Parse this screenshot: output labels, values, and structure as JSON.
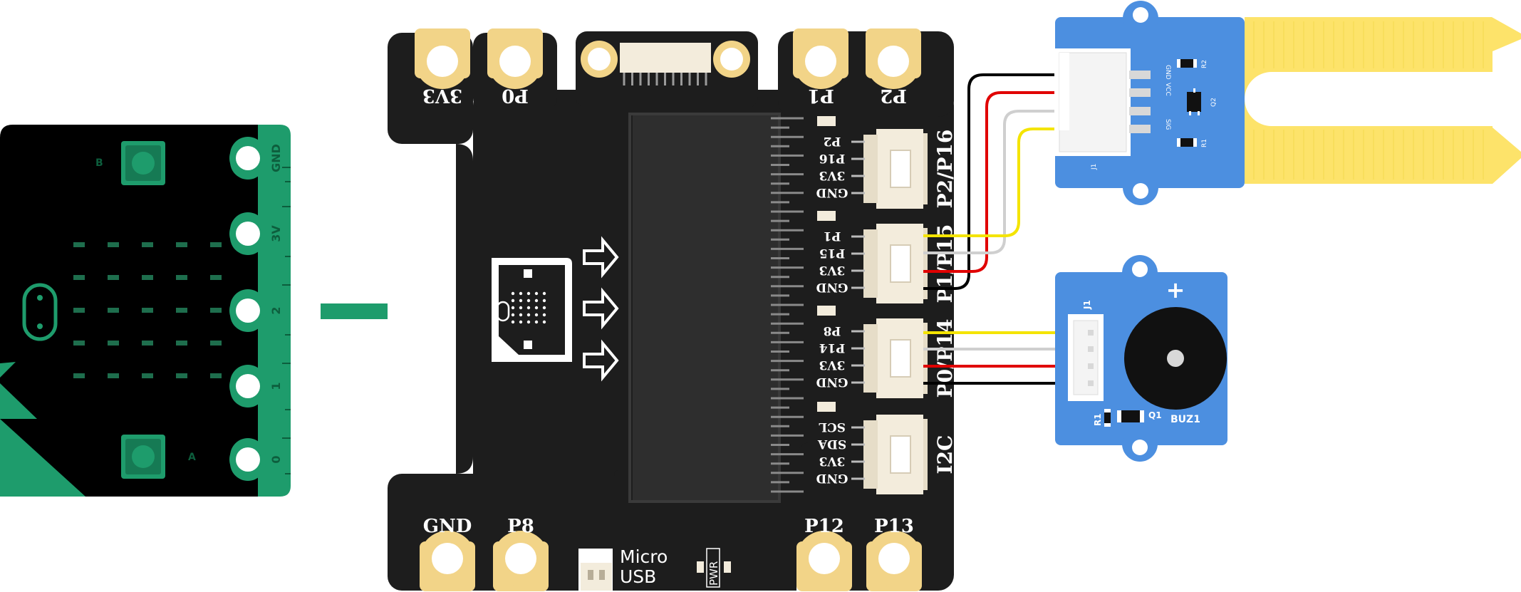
{
  "microbit": {
    "edge_labels": [
      "GND",
      "3V",
      "2",
      "1",
      "0"
    ],
    "button_labels": [
      "B",
      "A"
    ],
    "led_rows": 5,
    "led_cols": 5
  },
  "board": {
    "top_pads": [
      "3V3",
      "P0",
      "P1",
      "P2"
    ],
    "bottom_pads": [
      "GND",
      "P8",
      "P12",
      "P13"
    ],
    "micro_usb_label": [
      "Micro",
      "USB"
    ],
    "pwr_label": "PWR",
    "connectors": [
      {
        "label": "P2/P16",
        "pins": [
          "P2",
          "P16",
          "3V3",
          "GND"
        ]
      },
      {
        "label": "P1/P15",
        "pins": [
          "P1",
          "P15",
          "3V3",
          "GND"
        ]
      },
      {
        "label": "P0/P14",
        "pins": [
          "P8",
          "P14",
          "3V3",
          "GND"
        ]
      },
      {
        "label": "I2C",
        "pins": [
          "SCL",
          "SDA",
          "3V3",
          "GND"
        ]
      }
    ]
  },
  "moisture_sensor": {
    "pins": [
      "GND",
      "VCC",
      "",
      "SIG"
    ],
    "parts": [
      "R2",
      "Q2",
      "R1",
      "J1"
    ]
  },
  "buzzer": {
    "plus": "+",
    "parts": [
      "J1",
      "R1",
      "Q1",
      "BUZ1"
    ]
  },
  "colors": {
    "board": "#1d1d1d",
    "pad_ring": "#f2d488",
    "microbit_green": "#1e9c6c",
    "arrow": "#1e9c6c",
    "module_blue": "#4c8fe0",
    "probe_yellow": "#fde36a",
    "wire_black": "#000000",
    "wire_red": "#e00000",
    "wire_white": "#d0d0d0",
    "wire_yellow": "#f4e400"
  }
}
